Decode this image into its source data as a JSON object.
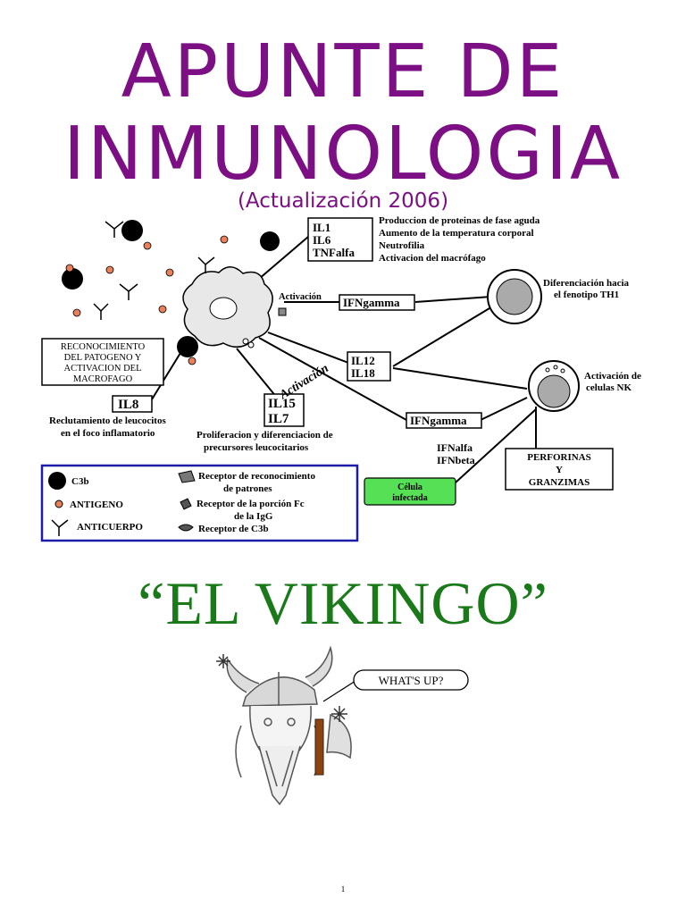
{
  "header": {
    "title_line1": "APUNTE DE",
    "title_line2": "INMUNOLOGIA",
    "subtitle": "(Actualización 2006)"
  },
  "diagram": {
    "il_box_1": [
      "IL1",
      "IL6",
      "TNFalfa"
    ],
    "effects": [
      "Produccion de proteinas de fase aguda",
      "Aumento de la temperatura corporal",
      "Neutrofilia",
      "Activacion del macrófago"
    ],
    "activation_label": "Activación",
    "ifn_gamma_1": "IFNgamma",
    "th1_label": [
      "Diferenciación hacia",
      "el fenotipo TH1"
    ],
    "il12_box": [
      "IL12",
      "IL18"
    ],
    "nk_label": [
      "Activación de",
      "celulas NK"
    ],
    "recognition_box": [
      "RECONOCIMIENTO",
      "DEL PATOGENO Y",
      "ACTIVACION DEL",
      "MACROFAGO"
    ],
    "il8_box": "IL8",
    "il8_label": [
      "Reclutamiento de leucocitos",
      "en el foco inflamatorio"
    ],
    "il15_box": [
      "IL15",
      "IL7"
    ],
    "il15_label": [
      "Proliferacion y diferenciacion de",
      "precursores leucocitarios"
    ],
    "activacion_arrow": "Activación",
    "ifn_gamma_2": "IFNgamma",
    "ifn_alfa_beta": [
      "IFNalfa",
      "IFNbeta"
    ],
    "perforinas_box": [
      "PERFORINAS",
      "Y",
      "GRANZIMAS"
    ],
    "celula_infectada": [
      "Célula",
      "infectada"
    ],
    "legend": {
      "c3b": "C3b",
      "antigeno": "ANTIGENO",
      "anticuerpo": "ANTICUERPO",
      "receptor_patrones": [
        "Receptor de reconocimiento",
        "de patrones"
      ],
      "receptor_fc": [
        "Receptor de la porción Fc",
        "de la IgG"
      ],
      "receptor_c3b": "Receptor de C3b"
    },
    "colors": {
      "legend_border": "#1c1ca8",
      "celula_fill": "#55e055",
      "antigen_fill": "#e8805a"
    }
  },
  "viking": {
    "title": "“EL VIKINGO”",
    "speech": "WHAT'S UP?"
  },
  "footer": {
    "page_number": "1"
  }
}
